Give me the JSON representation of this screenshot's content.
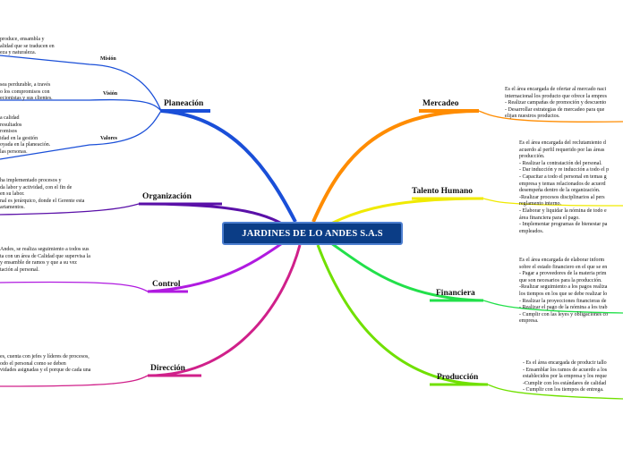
{
  "center": "JARDINES DE LO ANDES S.A.S",
  "branches": {
    "planeacion": {
      "label": "Planeación",
      "mision": {
        "label": "Misión",
        "lines": [
          "produce, ensambla y",
          "alidad que se traducen en",
          "eza y naturaleza."
        ]
      },
      "vision": {
        "label": "Visión",
        "lines": [
          "sea perdurable, a través",
          "o los compromisos con",
          "ecionistas y sus clientes."
        ]
      },
      "valores": {
        "label": "Valores",
        "lines": [
          "a calidad",
          "resultados",
          "romisos",
          "idad en la gestión",
          "oyada en la planeación.",
          "las personas."
        ]
      }
    },
    "organizacion": {
      "label": "Organización",
      "lines": [
        "ha implementado procesos y",
        "da labor y actividad, con el fin de",
        "en su labor.",
        "nal es jerárquico, donde el Gerente esta",
        "artamentos."
      ]
    },
    "control": {
      "label": "Control",
      "lines": [
        "Andes, se realiza seguimiento a todos sus",
        "ta con un área de Calidad que supervisa la",
        "y ensamble de ramos y que a su vez",
        "tación al personal."
      ]
    },
    "direccion": {
      "label": "Dirección",
      "lines": [
        "es, cuenta con jefes y líderes de procesos,",
        "odo el personal como se deben",
        "vidades asignadas y el porque de cada una"
      ]
    },
    "mercadeo": {
      "label": "Mercadeo",
      "lines": [
        "Es el área encargada de ofertar al mercado naci",
        "internacional los producto que ofrece la empres",
        "- Realizar campañas de promoción y descuento",
        "- Desarrollar  estrategias de mercadeo para que",
        "elijan nuestros productos."
      ]
    },
    "talento_humano": {
      "label": "Talento Humano",
      "lines": [
        "Es el área encargada del reclutamiento d",
        "acuerdo al perfil requerido por las áreas",
        "producción.",
        "- Realizar la contratación del personal.",
        "- Dar inducción y re inducción a todo el p",
        "- Capacitar a todo el personal en temas g",
        "empresa y temas relacionados de acuerd",
        "desempeña dentro de la organización.",
        " -Realizar procesos disciplinarios al pers",
        "reglamento interno.",
        "- Elaborar y liquidar la nómina de todo e",
        "área financiera para el pago.",
        "- Implementar programas de bienestar pa",
        "empleados."
      ]
    },
    "financiera": {
      "label": "Financiera",
      "lines": [
        "Es el área encargada de elaborar inform",
        "sobre el estado financiero en el que se en",
        " - Pagar a proveedores de la materia prim",
        "que son necesarios para la producción.",
        "-Realizar seguimiento a los pagos realiza",
        "los tiempos en los que se debe realizar lo",
        "- Realizar la proyecciones financieras de",
        "- Realizar el pago de la nómina a los trab",
        "- Cumplir con las leyes y obligaciones co",
        "empresa."
      ]
    },
    "produccion": {
      "label": "Producción",
      "lines": [
        " - Es el área encargada de producir tallo",
        " - Ensamblar los ramos de acuerdo a los",
        "establecidos por la empresa y los reque",
        " -Cumplir con los estándares de calidad",
        " - Cumplir con los tiempos de entrega."
      ]
    }
  },
  "colors": {
    "planeacion": "#1a4fd8",
    "organizacion": "#5a10a8",
    "control": "#b01ae0",
    "direccion": "#d0208a",
    "mercadeo": "#ff8c00",
    "talento_humano": "#f0ea00",
    "financiera": "#22e04a",
    "produccion": "#70e000",
    "center_fill": "#0b3d86"
  }
}
